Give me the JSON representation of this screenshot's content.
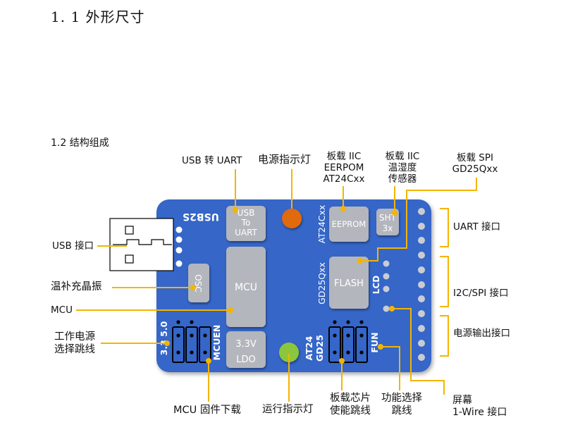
{
  "section_title": "1. 1 外形尺寸",
  "subsection_title": "1.2 结构组成",
  "labels": {
    "usb_to_uart": "USB 转 UART",
    "power_led": "电源指示灯",
    "eeprom_l1": "板载 IIC",
    "eeprom_l2": "EERPOM",
    "eeprom_l3": "AT24Cxx",
    "sht_l1": "板载 IIC",
    "sht_l2": "温湿度",
    "sht_l3": "传感器",
    "spi_l1": "板载 SPI",
    "spi_l2": "GD25Qxx",
    "usb_port": "USB 接口",
    "tcxo": "温补充晶振",
    "mcu": "MCU",
    "power_sel_l1": "工作电源",
    "power_sel_l2": "选择跳线",
    "uart_port": "UART 接口",
    "i2c_spi_port": "I2C/SPI 接口",
    "power_out": "电源输出接口",
    "mcu_fw": "MCU 固件下载",
    "run_led": "运行指示灯",
    "chip_en_l1": "板载芯片",
    "chip_en_l2": "使能跳线",
    "func_sel_l1": "功能选择",
    "func_sel_l2": "跳线",
    "screen_l1": "屏幕",
    "screen_l2": "1-Wire 接口"
  },
  "board": {
    "silk_usb2s": "USB2S",
    "usb_uart_l1": "USB",
    "usb_uart_l2": "To",
    "usb_uart_l3": "UART",
    "mcu": "MCU",
    "osc": "OSC",
    "eeprom": "EEPROM",
    "at24": "AT24Cxx",
    "sht_l1": "SHT",
    "sht_l2": "3x",
    "flash": "FLASH",
    "gd25": "GD25Qxx",
    "lcd": "LCD",
    "v33_l1": "3.3V",
    "v33_l2": "LDO",
    "jp_power": "3.3 5.0",
    "mcuen": "MCUEN",
    "at24_short": "AT24",
    "gd25_short": "GD25",
    "fun": "FUN"
  },
  "colors": {
    "board": "#3466c8",
    "chip": "#b3b6bc",
    "callout": "#f5b400",
    "power_led": "#e06a10",
    "run_led": "#8cc63e",
    "pin": "#c9ccd2"
  }
}
